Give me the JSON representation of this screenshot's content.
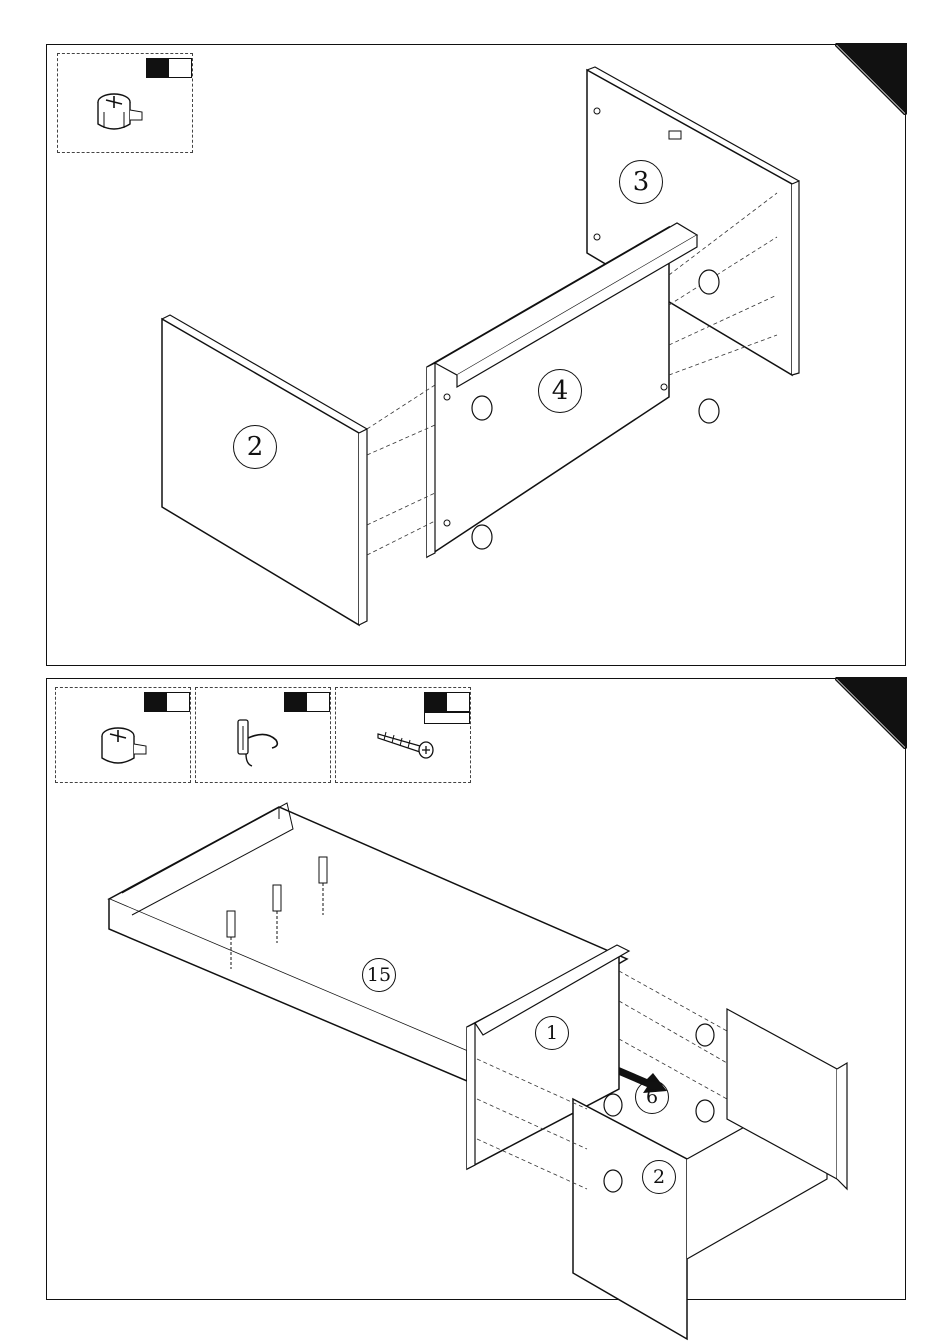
{
  "step1": {
    "part_labels": {
      "side_left": "2",
      "divider": "4",
      "side_right": "3"
    }
  },
  "step2": {
    "part_labels": {
      "bottom": "15",
      "divider": "1",
      "front_panel": "6",
      "side": "2"
    }
  },
  "icons": [
    "cam-lock-icon",
    "coat-hook-icon",
    "screw-icon",
    "step-corner-icon"
  ]
}
